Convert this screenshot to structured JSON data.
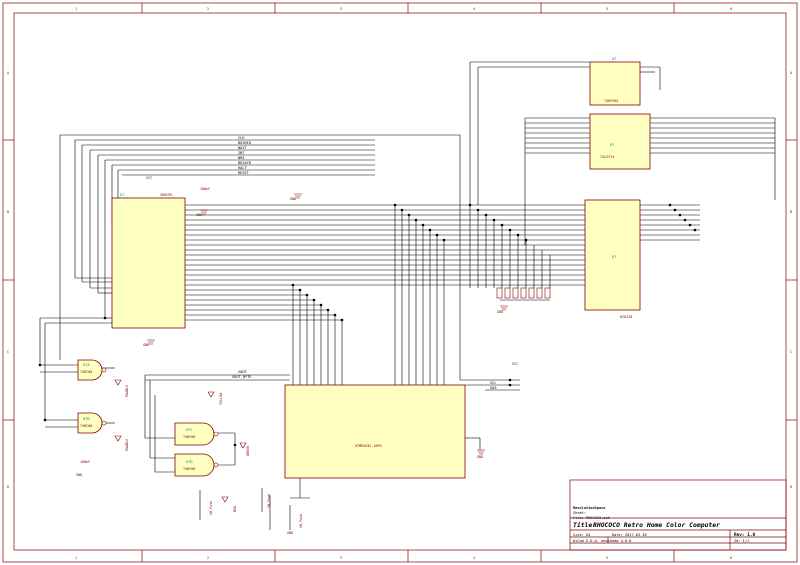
{
  "border": {
    "cols": [
      "1",
      "2",
      "3",
      "4",
      "5",
      "6"
    ],
    "rows": [
      "A",
      "B",
      "C",
      "D"
    ]
  },
  "nets": {
    "clk": "CLK",
    "busreq": "BUSREQ",
    "wait": "WAIT",
    "int": "INT",
    "nmi": "NMI",
    "busack": "BUSACK",
    "halt": "HALT",
    "reset": "RESET",
    "vout": "VOUT",
    "vout_byte": "VOUT_BYTE",
    "scl": "SCL",
    "sda": "SDA"
  },
  "parts": {
    "u7": {
      "ref": "U7",
      "value": "74HC595"
    },
    "u4": {
      "ref": "U?",
      "value": "74LS374"
    },
    "u2": {
      "ref": "U?",
      "value": "Z80CPU"
    },
    "u8": {
      "ref": "U?",
      "value": "628128"
    },
    "u6a": {
      "ref": "U?A",
      "value": "74HC00"
    },
    "u6b": {
      "ref": "U?B",
      "value": "74HC00"
    },
    "u6c": {
      "ref": "U?C",
      "value": "74HC00"
    },
    "u6d": {
      "ref": "U?D",
      "value": "74HC00"
    },
    "mcu": {
      "ref": "",
      "value": "ATMEGA32-16PU"
    }
  },
  "leds": {
    "enable": "ENABLE",
    "yellow": "YELLOW",
    "green": "GREEN",
    "red": "RED"
  },
  "switches": {
    "sw_push_1": "SW_Push",
    "sw_push_2": "SW_Push",
    "sw_push_3": "SW_Push"
  },
  "power": {
    "gnd": "GND",
    "vcc": "VCC",
    "cap": "100nF"
  },
  "title_block": {
    "company": "RevolutionSpace",
    "sheet": "Sheet:",
    "file": "File: RHOCOCO.sch",
    "title_label": "Title:",
    "title": "RHOCOCO Retro Home Color Computer",
    "size_label": "Size: A3",
    "date_label": "Date: 2017-03-30",
    "rev_label": "Rev: 1.0",
    "kicad": "KiCad E.D.A.  eeschema 4.0.6",
    "id": "Id: 1/1"
  }
}
